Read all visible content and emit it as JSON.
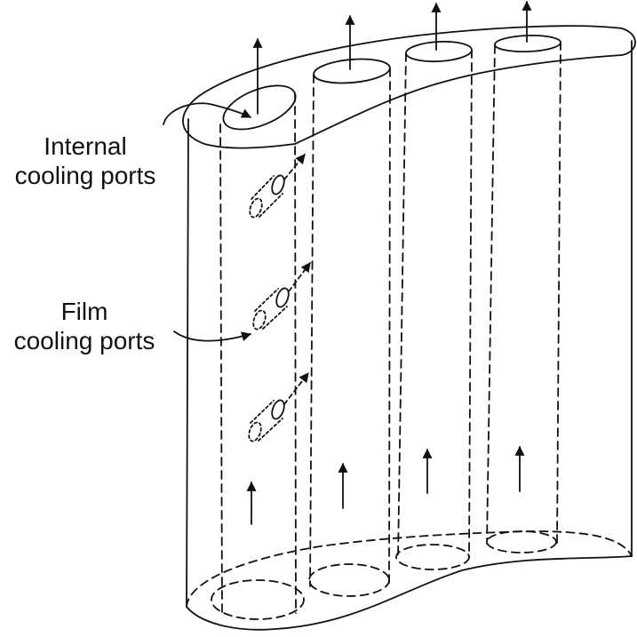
{
  "labels": {
    "internal_line1": "Internal",
    "internal_line2": "cooling ports",
    "film_line1": "Film",
    "film_line2": "cooling ports"
  },
  "colors": {
    "stroke": "#111111",
    "background": "#ffffff"
  }
}
